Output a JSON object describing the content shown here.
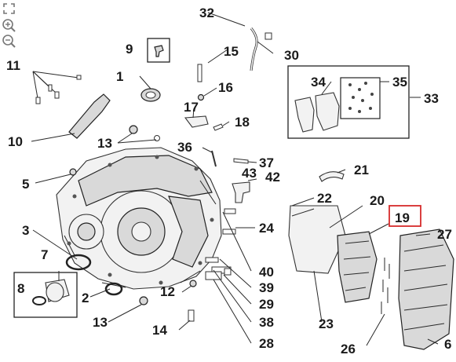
{
  "toolbar": {
    "expand_icon": "expand-icon",
    "zoom_in_icon": "zoom-in-icon",
    "zoom_out_icon": "zoom-out-icon"
  },
  "highlight_color": "#d62b2b",
  "callouts": {
    "c1": "1",
    "c2": "2",
    "c3": "3",
    "c5": "5",
    "c6": "6",
    "c7": "7",
    "c8": "8",
    "c9": "9",
    "c10": "10",
    "c11": "11",
    "c12": "12",
    "c13a": "13",
    "c13b": "13",
    "c14": "14",
    "c15": "15",
    "c16": "16",
    "c17": "17",
    "c18": "18",
    "c19": "19",
    "c20": "20",
    "c21": "21",
    "c22": "22",
    "c23": "23",
    "c24": "24",
    "c26": "26",
    "c27": "27",
    "c28": "28",
    "c29": "29",
    "c30": "30",
    "c32": "32",
    "c33": "33",
    "c34": "34",
    "c35": "35",
    "c36": "36",
    "c37": "37",
    "c38": "38",
    "c39": "39",
    "c40": "40",
    "c42": "42",
    "c43": "43"
  }
}
